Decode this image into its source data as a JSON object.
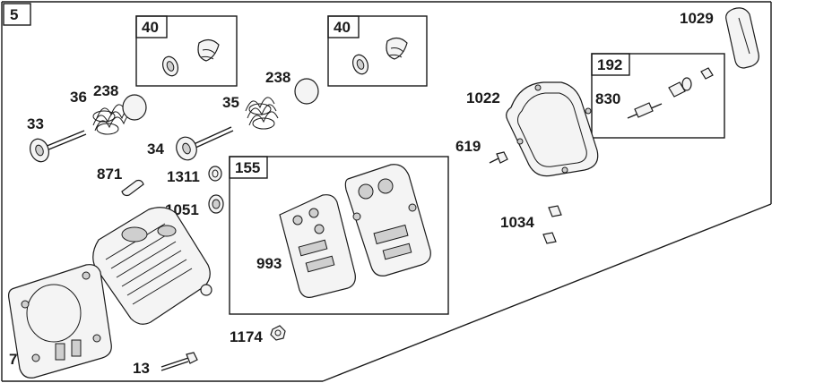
{
  "diagram": {
    "section_number": "5",
    "boxes": {
      "box_40_a": "40",
      "box_40_b": "40",
      "box_192": "192",
      "box_155": "155"
    },
    "labels": {
      "p33": "33",
      "p36": "36",
      "p238_a": "238",
      "p238_b": "238",
      "p35": "35",
      "p34": "34",
      "p871": "871",
      "p1311": "1311",
      "p1051": "1051",
      "p993": "993",
      "p1174": "1174",
      "p7": "7",
      "p13": "13",
      "p1022": "1022",
      "p619": "619",
      "p1034": "1034",
      "p1029": "1029",
      "p830": "830"
    }
  }
}
